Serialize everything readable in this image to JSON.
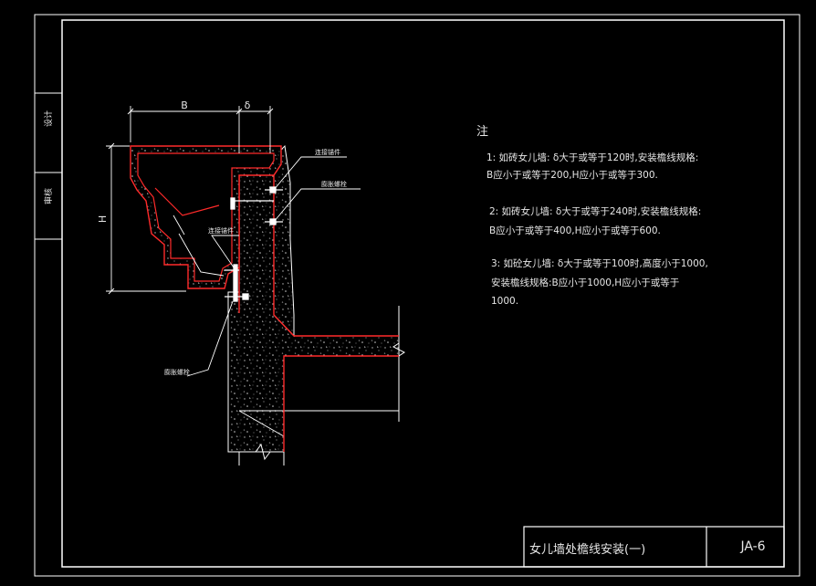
{
  "sheet": {
    "side_labels": [
      "设计",
      "审核"
    ],
    "title": "女儿墙处檐线安装(一)",
    "code": "JA-6"
  },
  "dimensions": {
    "width_label": "B",
    "thickness_label": "δ",
    "height_label": "H"
  },
  "callouts": {
    "anchor_top": "连接锚件",
    "anchor_bolt": "膨胀螺栓",
    "anchor_lower": "连接锚件",
    "bolt_lower": "膨胀螺栓"
  },
  "notes": {
    "heading": "注",
    "items": [
      [
        "1: 如砖女儿墙: δ大于或等于120时,安装檐线规格:",
        "B应小于或等于200,H应小于或等于300."
      ],
      [
        "2: 如砖女儿墙: δ大于或等于240时,安装檐线规格:",
        "B应小于或等于400,H应小于或等于600."
      ],
      [
        "3: 如砼女儿墙: δ大于或等于100时,高度小于1000,",
        "安装檐线规格:B应小于1000,H应小于或等于",
        "1000."
      ]
    ]
  },
  "colors": {
    "line": "#ffffff",
    "profile": "#ff2a2a",
    "background": "#000000"
  }
}
